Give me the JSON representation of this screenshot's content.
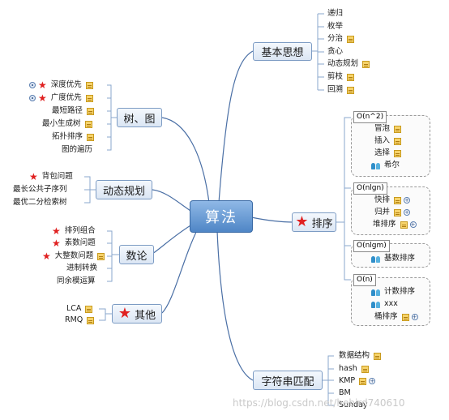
{
  "central": "算法",
  "branches": {
    "basic": {
      "label": "基本思想",
      "items": [
        "递归",
        "枚举",
        "分治",
        "贪心",
        "动态规划",
        "剪枝",
        "回溯"
      ]
    },
    "tree": {
      "label": "树、图",
      "items": [
        "深度优先",
        "广度优先",
        "最短路径",
        "最小生成树",
        "拓扑排序",
        "图的遍历"
      ]
    },
    "dp": {
      "label": "动态规划",
      "items": [
        "背包问题",
        "最长公共子序列",
        "最优二分检索树"
      ]
    },
    "sort": {
      "label": "排序",
      "groups": [
        {
          "label": "O(n^2)",
          "items": [
            "冒泡",
            "插入",
            "选择",
            "希尔"
          ]
        },
        {
          "label": "O(nlgn)",
          "items": [
            "快排",
            "归并",
            "堆排序"
          ]
        },
        {
          "label": "O(nlgm)",
          "items": [
            "基数排序"
          ]
        },
        {
          "label": "O(n)",
          "items": [
            "计数排序",
            "xxx",
            "桶排序"
          ]
        }
      ]
    },
    "number": {
      "label": "数论",
      "items": [
        "排列组合",
        "素数问题",
        "大整数问题",
        "进制转换",
        "同余模运算"
      ]
    },
    "other": {
      "label": "其他",
      "items": [
        "LCA",
        "RMQ"
      ]
    },
    "string": {
      "label": "字符串匹配",
      "items": [
        "数据结构",
        "hash",
        "KMP",
        "BM",
        "Sunday"
      ]
    }
  },
  "watermark": "https://blog.csdn.net/hebird740610",
  "colors": {
    "central_fill": "#5b8fd0",
    "node_border": "#7d9cc4",
    "connector": "#4a6fa5",
    "star": "#e02020",
    "note": "#f6d36b"
  }
}
